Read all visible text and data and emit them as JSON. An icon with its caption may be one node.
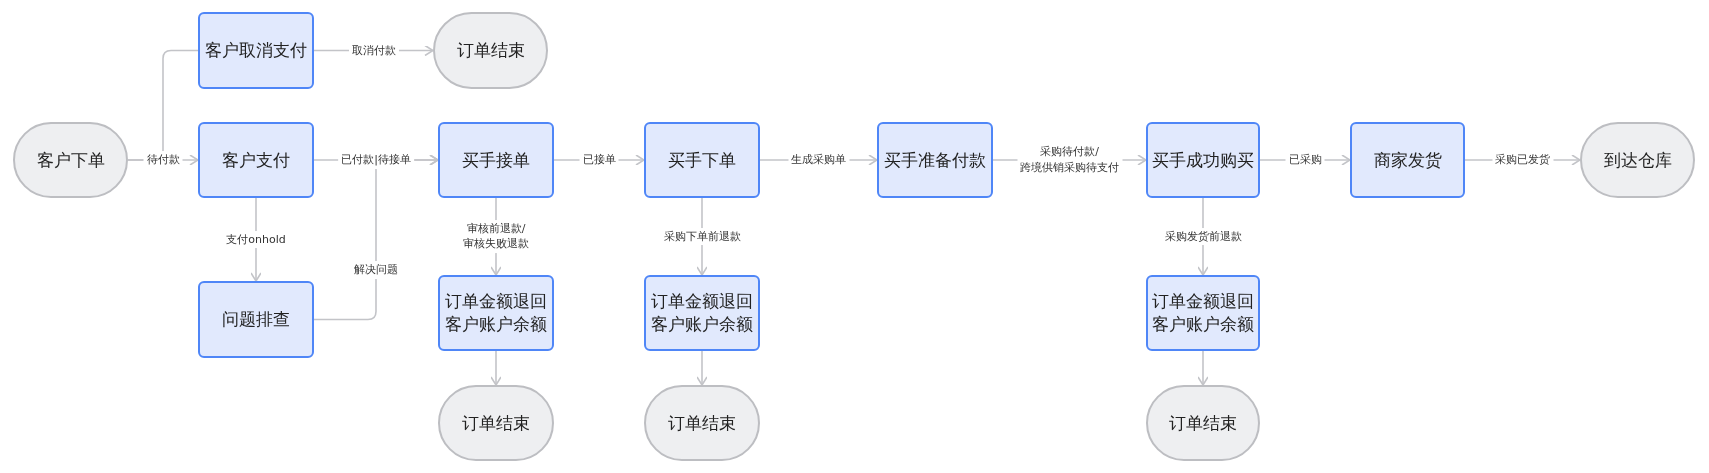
{
  "diagram": {
    "nodes": [
      {
        "text": [
          "客户取消支付"
        ]
      },
      {
        "text": [
          "订单结束"
        ]
      },
      {
        "text": [
          "客户下单"
        ]
      },
      {
        "text": [
          "客户支付"
        ]
      },
      {
        "text": [
          "买手接单"
        ]
      },
      {
        "text": [
          "买手下单"
        ]
      },
      {
        "text": [
          "买手准备付款"
        ]
      },
      {
        "text": [
          "买手成功购买"
        ]
      },
      {
        "text": [
          "商家发货"
        ]
      },
      {
        "text": [
          "到达仓库"
        ]
      },
      {
        "text": [
          "问题排查"
        ]
      },
      {
        "text": [
          "订单金额退回客户账户余额"
        ]
      },
      {
        "text": [
          "订单金额退回客户账户余额"
        ]
      },
      {
        "text": [
          "订单金额退回客户账户余额"
        ]
      },
      {
        "text": [
          "订单结束"
        ]
      },
      {
        "text": [
          "订单结束"
        ]
      },
      {
        "text": [
          "订单结束"
        ]
      }
    ],
    "edges": [
      {
        "from": 2,
        "to": 3,
        "label": "待付款",
        "arrow": "to"
      },
      {
        "from": 2,
        "to": 0,
        "arrow": "none"
      },
      {
        "from": 0,
        "to": 1,
        "label": "取消付款",
        "arrow": "to"
      },
      {
        "from": 3,
        "to": 4,
        "label": "已付款|待接单",
        "arrow": "to"
      },
      {
        "from": 3,
        "to": 10,
        "label": "支付onhold",
        "arrow": "to"
      },
      {
        "from": 10,
        "to": 4,
        "label": "解决问题",
        "arrow": "to"
      },
      {
        "from": 4,
        "to": 5,
        "label": "已接单",
        "arrow": "to"
      },
      {
        "from": 5,
        "to": 6,
        "label": "生成采购单",
        "arrow": "to"
      },
      {
        "from": 6,
        "to": 7,
        "label": "采购待付款/跨境供销采购待支付",
        "arrow": "to"
      },
      {
        "from": 7,
        "to": 8,
        "label": "已采购",
        "arrow": "to"
      },
      {
        "from": 8,
        "to": 9,
        "label": "采购已发货",
        "arrow": "to"
      },
      {
        "from": 4,
        "to": 11,
        "label": "审核前退款/审核失败退款",
        "arrow": "to"
      },
      {
        "from": 11,
        "to": 14,
        "arrow": "to"
      },
      {
        "from": 5,
        "to": 12,
        "label": "采购下单前退款",
        "arrow": "to"
      },
      {
        "from": 12,
        "to": 15,
        "arrow": "to"
      },
      {
        "from": 7,
        "to": 13,
        "label": "采购发货前退款",
        "arrow": "to"
      },
      {
        "from": 13,
        "to": 16,
        "arrow": "to"
      }
    ]
  }
}
